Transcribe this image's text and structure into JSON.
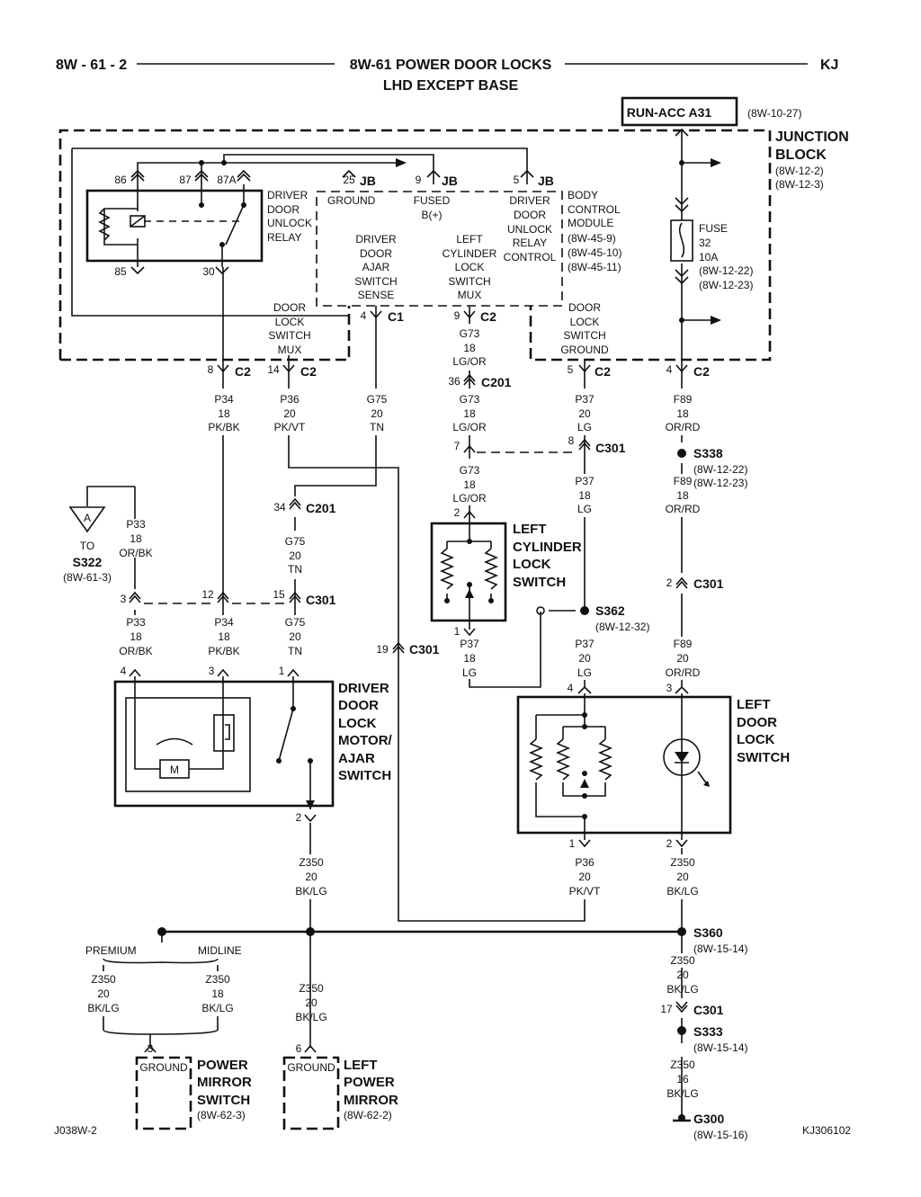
{
  "header": {
    "page_number": "8W - 61 - 2",
    "title": "8W-61 POWER DOOR LOCKS",
    "subtitle": "LHD EXCEPT BASE",
    "model": "KJ"
  },
  "power_source": {
    "label": "RUN-ACC A31",
    "ref": "(8W-10-27)"
  },
  "junction_block": {
    "title1": "JUNCTION",
    "title2": "BLOCK",
    "ref1": "(8W-12-2)",
    "ref2": "(8W-12-3)"
  },
  "relay": {
    "pins": [
      "86",
      "87",
      "87A",
      "85",
      "30"
    ],
    "label": [
      "DRIVER",
      "DOOR",
      "UNLOCK",
      "RELAY"
    ]
  },
  "jb_terminals": [
    {
      "pin": "25",
      "tag": "JB",
      "name": [
        "GROUND"
      ]
    },
    {
      "pin": "9",
      "tag": "JB",
      "name": [
        "FUSED",
        "B(+)"
      ]
    },
    {
      "pin": "5",
      "tag": "JB",
      "name": [
        "DRIVER",
        "DOOR",
        "UNLOCK",
        "RELAY",
        "CONTROL"
      ]
    }
  ],
  "bcm": {
    "label": [
      "BODY",
      "CONTROL",
      "MODULE"
    ],
    "refs": [
      "(8W-45-9)",
      "(8W-45-10)",
      "(8W-45-11)"
    ],
    "inputs": [
      [
        "DRIVER",
        "DOOR",
        "AJAR",
        "SWITCH",
        "SENSE"
      ],
      [
        "LEFT",
        "CYLINDER",
        "LOCK",
        "SWITCH",
        "MUX"
      ]
    ],
    "mux_left": [
      "DOOR",
      "LOCK",
      "SWITCH",
      "MUX"
    ],
    "ground_right": [
      "DOOR",
      "LOCK",
      "SWITCH",
      "GROUND"
    ],
    "conn_c1": {
      "pin": "4",
      "name": "C1"
    },
    "conn_c2": {
      "pin": "9",
      "name": "C2"
    }
  },
  "fuse": {
    "label": "FUSE",
    "number": "32",
    "rating": "10A",
    "ref1": "(8W-12-22)",
    "ref2": "(8W-12-23)"
  },
  "c2_connectors": [
    {
      "pin": "8",
      "name": "C2"
    },
    {
      "pin": "14",
      "name": "C2"
    },
    {
      "pin": "5",
      "name": "C2"
    },
    {
      "pin": "4",
      "name": "C2"
    }
  ],
  "wires": {
    "p34_top": [
      "P34",
      "18",
      "PK/BK"
    ],
    "p36_top": [
      "P36",
      "20",
      "PK/VT"
    ],
    "g75_top": [
      "G75",
      "20",
      "TN"
    ],
    "g73_top": [
      "G73",
      "18",
      "LG/OR"
    ],
    "g73_mid": [
      "G73",
      "18",
      "LG/OR"
    ],
    "g73_low": [
      "G73",
      "18",
      "LG/OR"
    ],
    "p37_top": [
      "P37",
      "20",
      "LG"
    ],
    "p37_mid": [
      "P37",
      "18",
      "LG"
    ],
    "f89_top": [
      "F89",
      "18",
      "OR/RD"
    ],
    "f89_mid": [
      "F89",
      "18",
      "OR/RD"
    ],
    "p33_top": [
      "P33",
      "18",
      "OR/BK"
    ],
    "g75_mid": [
      "G75",
      "20",
      "TN"
    ],
    "p33_low": [
      "P33",
      "18",
      "OR/BK"
    ],
    "p34_low": [
      "P34",
      "18",
      "PK/BK"
    ],
    "g75_low": [
      "G75",
      "20",
      "TN"
    ],
    "p37_cyl": [
      "P37",
      "18",
      "LG"
    ],
    "p37_low": [
      "P37",
      "20",
      "LG"
    ],
    "f89_low": [
      "F89",
      "20",
      "OR/RD"
    ],
    "z350_motor": [
      "Z350",
      "20",
      "BK/LG"
    ],
    "p36_low": [
      "P36",
      "20",
      "PK/VT"
    ],
    "z350_lds": [
      "Z350",
      "20",
      "BK/LG"
    ],
    "z350_s360": [
      "Z350",
      "20",
      "BK/LG"
    ],
    "z350_premium": [
      "Z350",
      "20",
      "BK/LG"
    ],
    "z350_midline": [
      "Z350",
      "18",
      "BK/LG"
    ],
    "z350_mirror": [
      "Z350",
      "20",
      "BK/LG"
    ],
    "z350_ground": [
      "Z350",
      "16",
      "BK/LG"
    ]
  },
  "connectors": {
    "c201_36": {
      "pin": "36",
      "name": "C201"
    },
    "c201_34": {
      "pin": "34",
      "name": "C201"
    },
    "c301_8": {
      "pin": "8",
      "name": "C301"
    },
    "c301_7": {
      "pin": "7"
    },
    "c301_2": {
      "pin": "2",
      "name": "C301"
    },
    "c301_row": {
      "pins": [
        "3",
        "12",
        "15"
      ],
      "name": "C301"
    },
    "c301_19": {
      "pin": "19",
      "name": "C301"
    },
    "c301_17": {
      "pin": "17",
      "name": "C301"
    }
  },
  "splices": {
    "s338": {
      "name": "S338",
      "ref1": "(8W-12-22)",
      "ref2": "(8W-12-23)"
    },
    "s362": {
      "name": "S362",
      "ref": "(8W-12-32)"
    },
    "s360": {
      "name": "S360",
      "ref": "(8W-15-14)"
    },
    "s333": {
      "name": "S333",
      "ref": "(8W-15-14)"
    },
    "g300": {
      "name": "G300",
      "ref": "(8W-15-16)"
    }
  },
  "offpage": {
    "letter": "A",
    "to": "TO",
    "splice": "S322",
    "ref": "(8W-61-3)"
  },
  "left_cylinder_switch": {
    "label": [
      "LEFT",
      "CYLINDER",
      "LOCK",
      "SWITCH"
    ],
    "pin_top": "2",
    "pin_bottom": "1"
  },
  "driver_motor": {
    "label": [
      "DRIVER",
      "DOOR",
      "LOCK",
      "MOTOR/",
      "AJAR",
      "SWITCH"
    ],
    "pins": [
      "4",
      "3",
      "1",
      "2"
    ],
    "motor": "M"
  },
  "left_door_lock_switch": {
    "label": [
      "LEFT",
      "DOOR",
      "LOCK",
      "SWITCH"
    ],
    "pins": [
      "4",
      "3",
      "1",
      "2"
    ]
  },
  "options": {
    "premium": "PREMIUM",
    "midline": "MIDLINE"
  },
  "power_mirror_switch": {
    "label": [
      "POWER",
      "MIRROR",
      "SWITCH"
    ],
    "ref": "(8W-62-3)",
    "pin": "3",
    "ground": "GROUND"
  },
  "left_power_mirror": {
    "label": [
      "LEFT",
      "POWER",
      "MIRROR"
    ],
    "ref": "(8W-62-2)",
    "pin": "6",
    "ground": "GROUND"
  },
  "footer": {
    "left": "J038W-2",
    "right": "KJ306102"
  }
}
